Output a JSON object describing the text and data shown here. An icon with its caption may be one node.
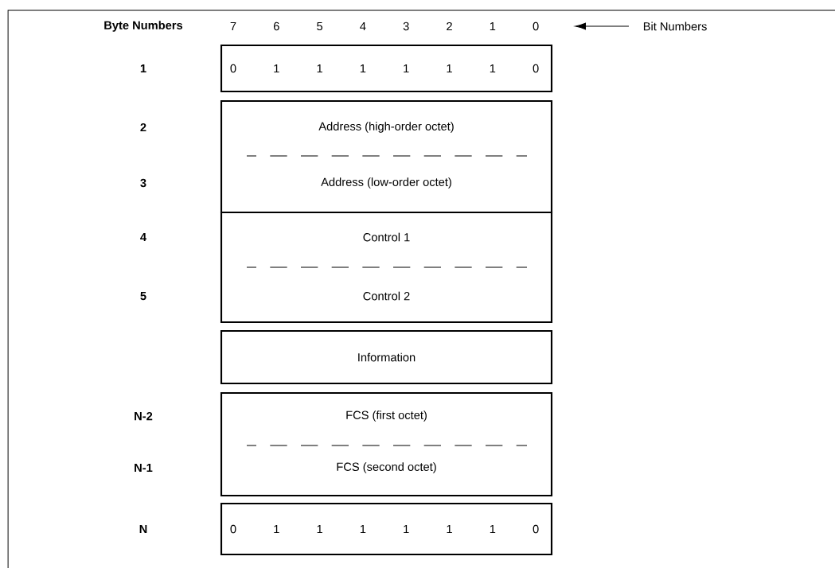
{
  "diagram": {
    "nodes": [
      {
        "text": [
          "0",
          "1",
          "1",
          "1",
          "1",
          "1",
          "1",
          "0"
        ]
      },
      {
        "text": [
          "Address (high-order octet)",
          "Address (low-order octet)"
        ]
      },
      {
        "text": [
          "Control 1",
          "Control 2"
        ]
      },
      {
        "text": [
          "Information"
        ]
      },
      {
        "text": [
          "FCS (first octet)",
          "FCS (second octet)"
        ]
      },
      {
        "text": [
          "0",
          "1",
          "1",
          "1",
          "1",
          "1",
          "1",
          "0"
        ]
      }
    ],
    "labels": [
      "Byte Numbers",
      "7",
      "6",
      "5",
      "4",
      "3",
      "2",
      "1",
      "0",
      "Bit Numbers",
      "1",
      "2",
      "3",
      "4",
      "5",
      "N-2",
      "N-1",
      "N"
    ]
  }
}
